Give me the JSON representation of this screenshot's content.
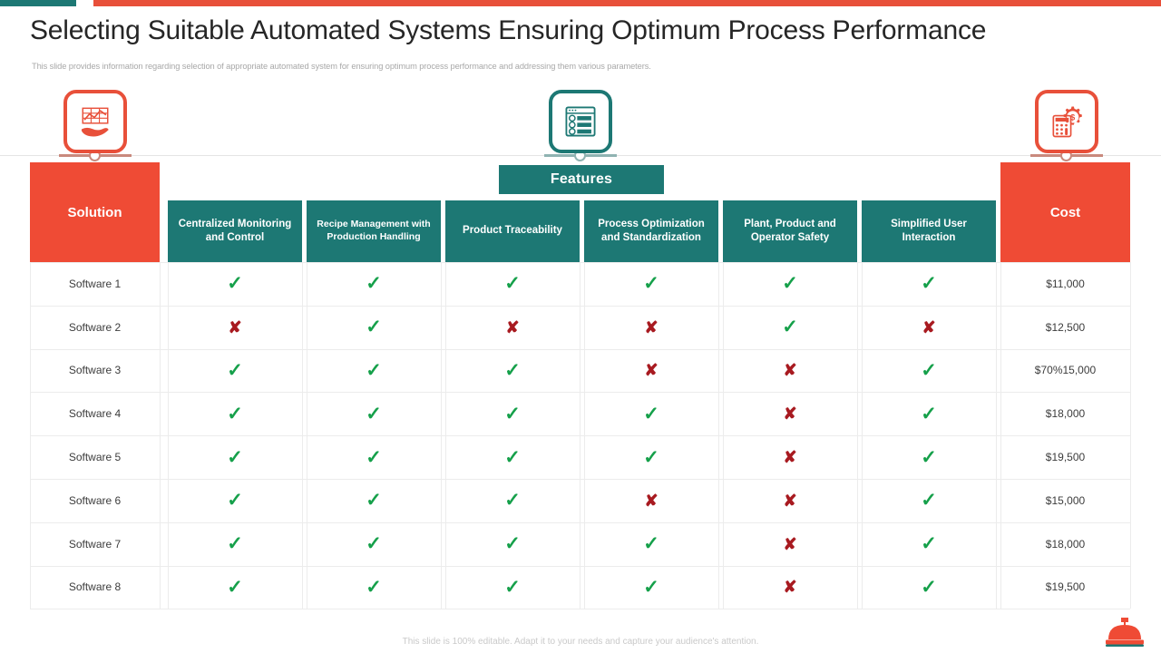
{
  "accents": {
    "teal": "#1d7874",
    "red": "#e8503a",
    "solution_red": "#ef4b35",
    "check_green": "#15a04a",
    "cross_red": "#a81a20"
  },
  "header": {
    "title": "Selecting Suitable Automated Systems Ensuring Optimum Process Performance",
    "subtitle": "This slide provides information regarding selection of appropriate automated system for ensuring optimum process performance and addressing them various parameters."
  },
  "icons": [
    {
      "name": "hand-holding-chart-icon",
      "color": "#e8503a"
    },
    {
      "name": "settings-list-window-icon",
      "color": "#1d7874"
    },
    {
      "name": "calculator-gear-cost-icon",
      "color": "#e8503a"
    }
  ],
  "table": {
    "features_banner": "Features",
    "solution_header": "Solution",
    "cost_header": "Cost",
    "feature_headers": [
      "Centralized Monitoring and Control",
      "Recipe Management with Production Handling",
      "Product Traceability",
      "Process Optimization and Standardization",
      "Plant, Product and Operator Safety",
      "Simplified User Interaction"
    ],
    "rows": [
      {
        "solution": "Software 1",
        "marks": [
          "check",
          "check",
          "check",
          "check",
          "check",
          "check"
        ],
        "cost": "$11,000"
      },
      {
        "solution": "Software 2",
        "marks": [
          "cross",
          "check",
          "cross",
          "cross",
          "check",
          "cross"
        ],
        "cost": "$12,500"
      },
      {
        "solution": "Software 3",
        "marks": [
          "check",
          "check",
          "check",
          "cross",
          "cross",
          "check"
        ],
        "cost": "$70%15,000"
      },
      {
        "solution": "Software 4",
        "marks": [
          "check",
          "check",
          "check",
          "check",
          "cross",
          "check"
        ],
        "cost": "$18,000"
      },
      {
        "solution": "Software 5",
        "marks": [
          "check",
          "check",
          "check",
          "check",
          "cross",
          "check"
        ],
        "cost": "$19,500"
      },
      {
        "solution": "Software 6",
        "marks": [
          "check",
          "check",
          "check",
          "cross",
          "cross",
          "check"
        ],
        "cost": "$15,000"
      },
      {
        "solution": "Software 7",
        "marks": [
          "check",
          "check",
          "check",
          "check",
          "cross",
          "check"
        ],
        "cost": "$18,000"
      },
      {
        "solution": "Software 8",
        "marks": [
          "check",
          "check",
          "check",
          "check",
          "cross",
          "check"
        ],
        "cost": "$19,500"
      }
    ],
    "mark_glyphs": {
      "check": "✓",
      "cross": "✘"
    }
  },
  "footer": {
    "note": "This slide is 100% editable. Adapt it to your needs and capture your audience's attention.",
    "bell_icon": "service-bell-icon"
  }
}
